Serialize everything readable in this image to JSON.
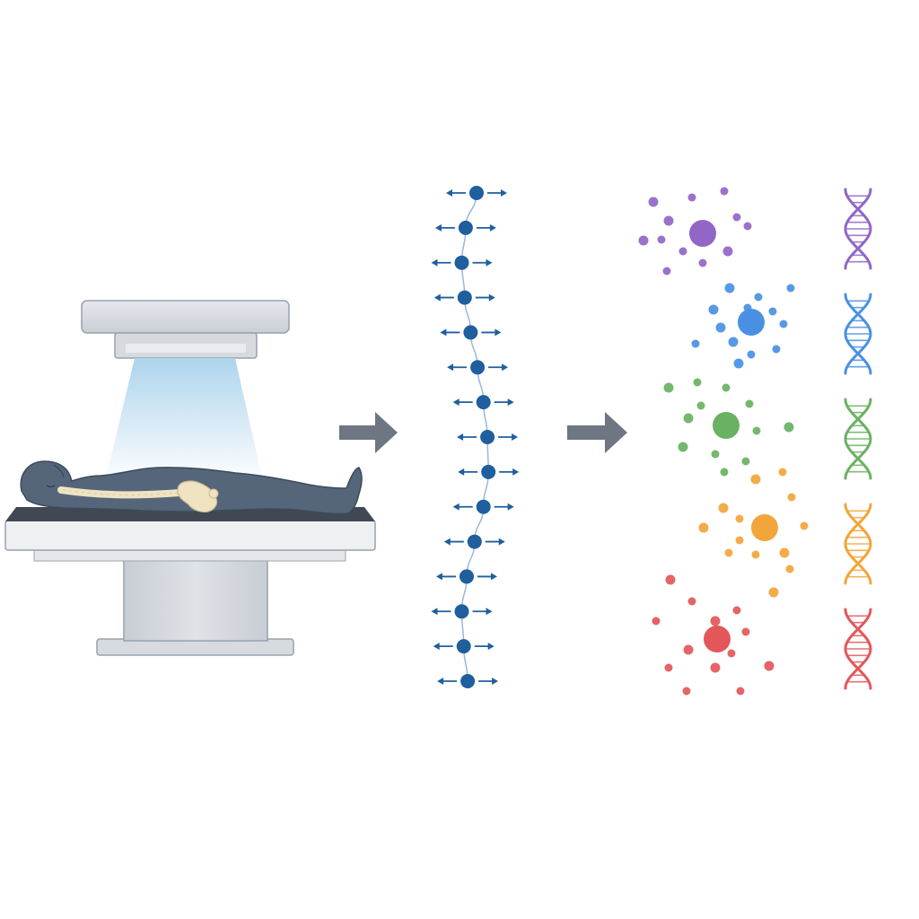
{
  "colors": {
    "background": "#ffffff",
    "scanner_body": "#d4d8de",
    "scanner_edge": "#9aa1ab",
    "table_top": "#e3e6ea",
    "table_pad": "#3f4853",
    "patient": "#55667a",
    "spine": "#efe3c2",
    "beam": "#a9d2ec",
    "arrow": "#6d7682",
    "vertebra_node": "#1f5f9e",
    "spine_curve": "#9ab8d6"
  },
  "stages": [
    {
      "name": "imaging-scan",
      "icon": "scanner-patient-icon"
    },
    {
      "name": "spine-landmark-analysis",
      "icon": "vertebra-chain-icon"
    },
    {
      "name": "cell-signal-clusters",
      "icon": "cell-cluster-icon"
    },
    {
      "name": "genetic-profiles",
      "icon": "dna-helix-icon"
    }
  ],
  "spine_nodes": [
    {
      "offset": 0.0
    },
    {
      "offset": -0.55
    },
    {
      "offset": -0.75
    },
    {
      "offset": -0.6
    },
    {
      "offset": -0.3
    },
    {
      "offset": 0.05
    },
    {
      "offset": 0.35
    },
    {
      "offset": 0.55
    },
    {
      "offset": 0.6
    },
    {
      "offset": 0.35
    },
    {
      "offset": -0.1
    },
    {
      "offset": -0.5
    },
    {
      "offset": -0.75
    },
    {
      "offset": -0.65
    },
    {
      "offset": -0.45
    }
  ],
  "clusters": [
    {
      "name": "cluster-purple",
      "color": "#9166c7"
    },
    {
      "name": "cluster-blue",
      "color": "#4a90e2"
    },
    {
      "name": "cluster-green",
      "color": "#6ab162"
    },
    {
      "name": "cluster-orange",
      "color": "#f2a53a"
    },
    {
      "name": "cluster-red",
      "color": "#e3575a"
    }
  ],
  "dna": [
    {
      "name": "dna-purple",
      "color": "#9166c7"
    },
    {
      "name": "dna-blue",
      "color": "#4a90e2"
    },
    {
      "name": "dna-green",
      "color": "#6ab162"
    },
    {
      "name": "dna-orange",
      "color": "#f2a53a"
    },
    {
      "name": "dna-red",
      "color": "#e3575a"
    }
  ]
}
